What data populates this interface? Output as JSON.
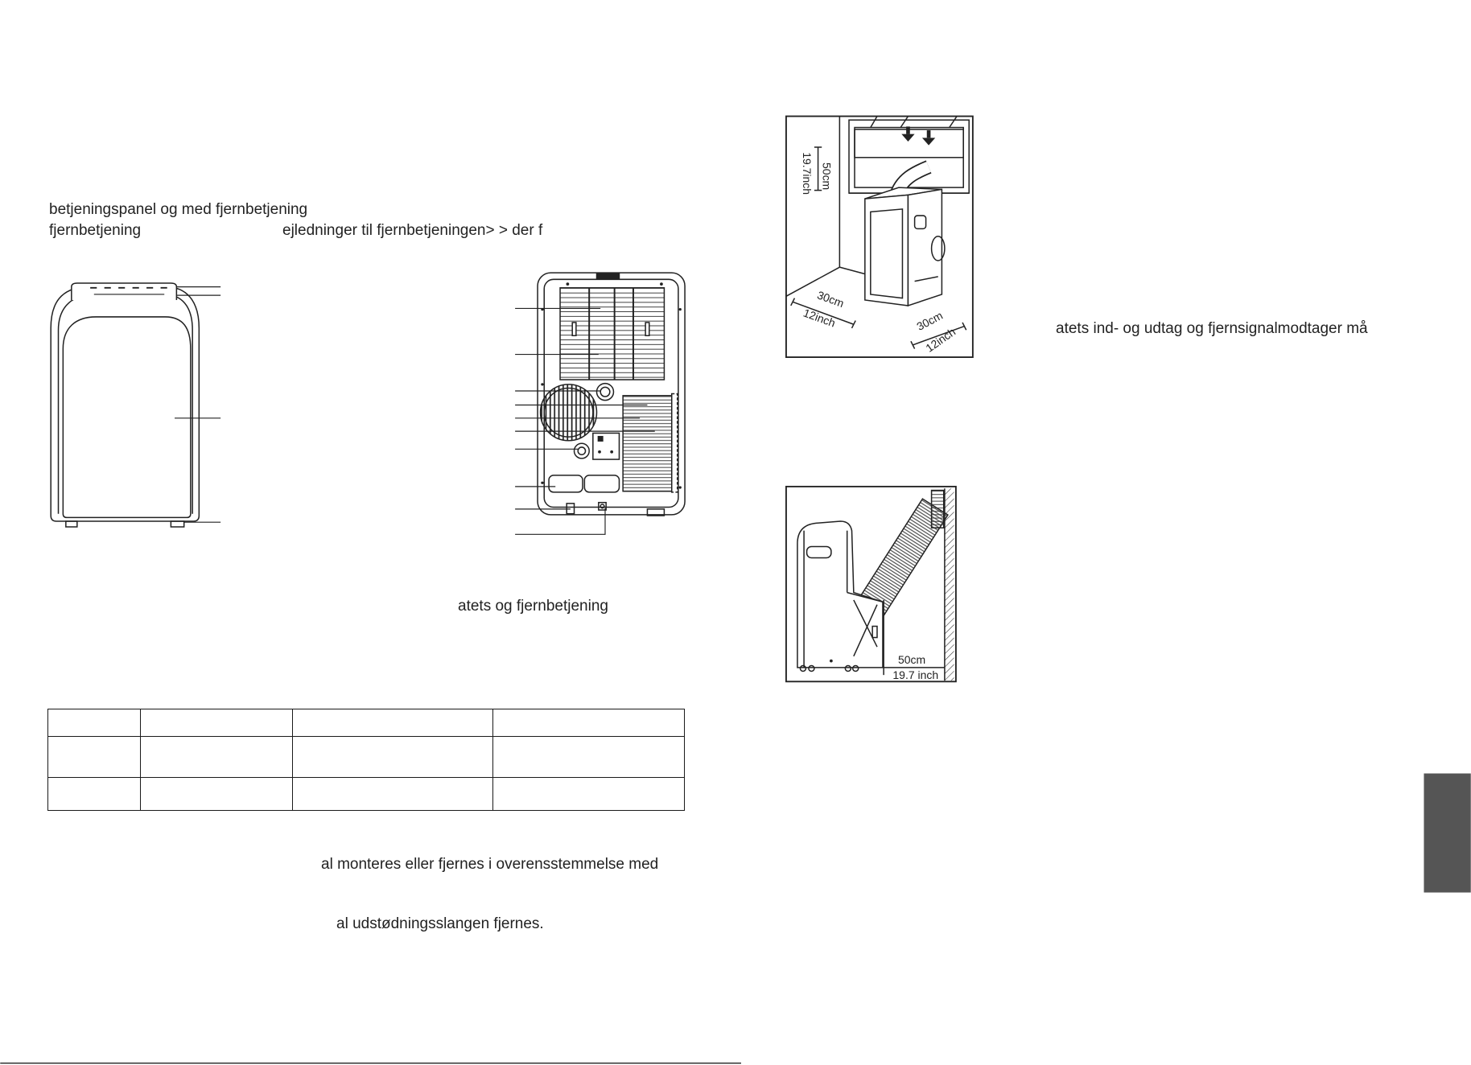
{
  "intro": {
    "line1": "betjeningspanel og med fjernbetjening",
    "line2_start": "fjernbetjening",
    "line2_end": "ejledninger til fjernbetjeningen> > der f"
  },
  "caption_remote": "atets og fjernbetjening",
  "placement_text": "atets ind- og udtag og fjernsignalmodtager må",
  "notes": {
    "mount_line": "al monteres eller fjernes i overensstemmelse med",
    "hose_line": "al udstødningsslangen fjernes."
  },
  "figure_clearance": {
    "height_cm": "50cm",
    "height_inch": "19.7inch",
    "left_cm": "30cm",
    "left_inch": "12inch",
    "right_cm": "30cm",
    "right_inch": "12inch"
  },
  "figure_hose": {
    "distance_cm": "50cm",
    "distance_inch": "19.7 inch"
  },
  "colors": {
    "text": "#222222",
    "side_tab": "#555555"
  }
}
